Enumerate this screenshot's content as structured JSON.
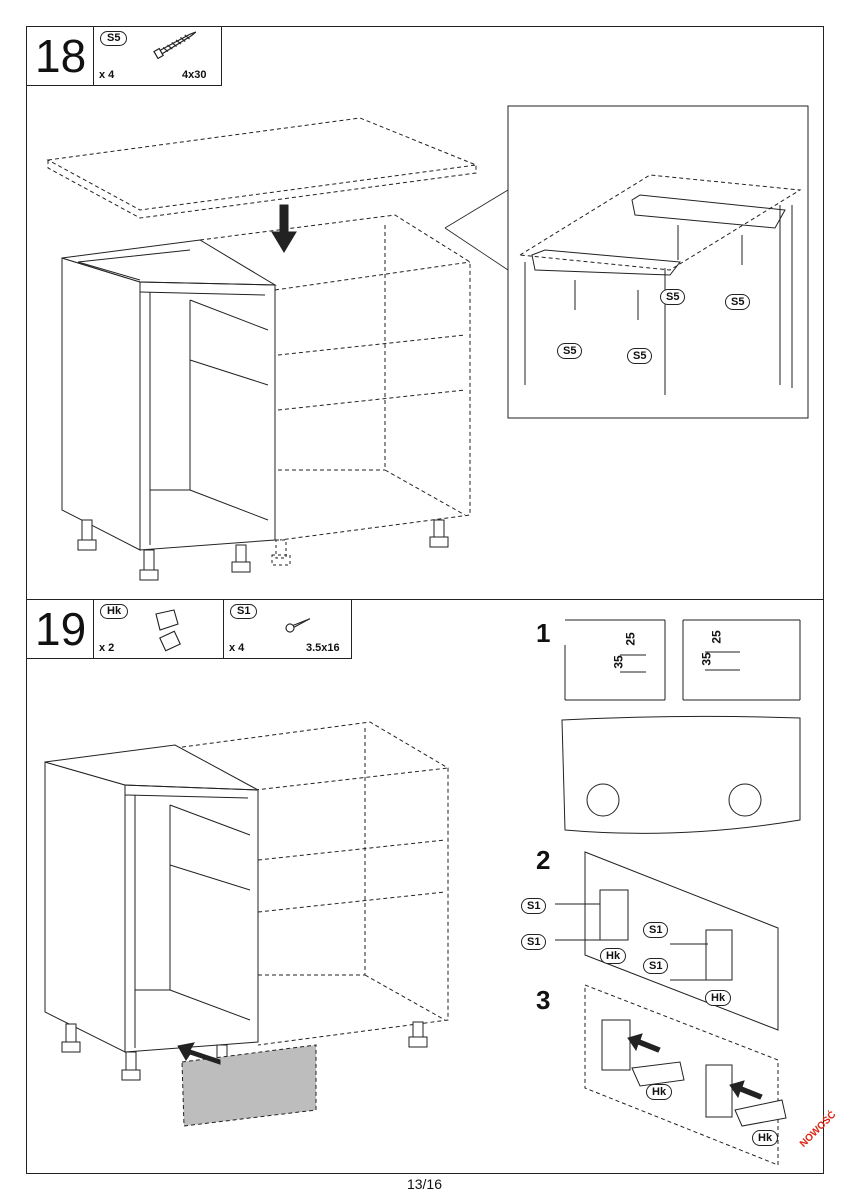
{
  "step18": {
    "number": "18",
    "part": {
      "code": "S5",
      "qty": "x 4",
      "spec": "4x30"
    },
    "callouts": [
      "S5",
      "S5",
      "S5",
      "S5"
    ]
  },
  "step19": {
    "number": "19",
    "parts": [
      {
        "code": "Hk",
        "qty": "x 2",
        "spec": ""
      },
      {
        "code": "S1",
        "qty": "x 4",
        "spec": "3.5x16"
      }
    ],
    "substeps": [
      "1",
      "2",
      "3"
    ],
    "dims": {
      "a": "35",
      "b": "25"
    },
    "callouts2": [
      "S1",
      "S1",
      "S1",
      "S1",
      "Hk",
      "Hk"
    ],
    "callouts3": [
      "Hk",
      "Hk"
    ]
  },
  "footer": {
    "page": "13/16",
    "stamp": "NOWOŚĆ"
  },
  "icons": [
    "screw-icon",
    "hook-bracket-icon",
    "pencil-hand-icon",
    "arrow-icon"
  ]
}
